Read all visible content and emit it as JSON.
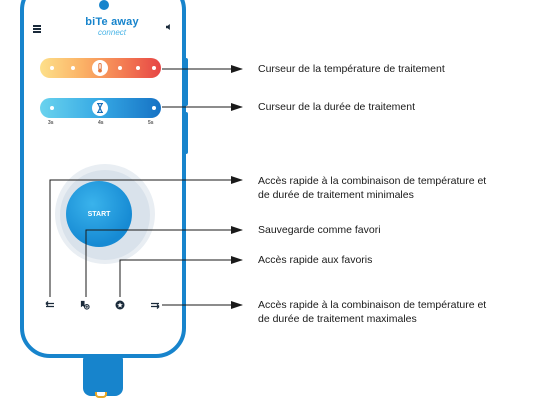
{
  "app": {
    "logo_main": "biTe away",
    "logo_sub": "connect"
  },
  "temperature_slider": {
    "level_percent": 48
  },
  "duration_slider": {
    "level_percent": 48,
    "ticks": [
      "3s",
      "4s",
      "5s"
    ]
  },
  "start_button": {
    "label": "START"
  },
  "bottom_icons": [
    "minimum-combination-icon",
    "save-favorite-icon",
    "favorites-icon",
    "maximum-combination-icon"
  ],
  "annotations": {
    "temperature": "Curseur de la température de traitement",
    "duration": "Curseur de la durée de traitement",
    "min_line1": "Accès rapide à la combinaison de température et",
    "min_line2": "de durée de traitement minimales",
    "favorite_save": "Sauvegarde comme favori",
    "favorites_access": "Accès rapide aux favoris",
    "max_line1": "Accès rapide à la combinaison de température et",
    "max_line2": "de durée de traitement maximales"
  },
  "colors": {
    "brand_blue": "#1784cc",
    "temp_gradient": [
      "#fde08a",
      "#e64545"
    ],
    "duration_gradient": [
      "#6ad3ee",
      "#1672c4"
    ],
    "connector_accent": "#e7a826"
  }
}
